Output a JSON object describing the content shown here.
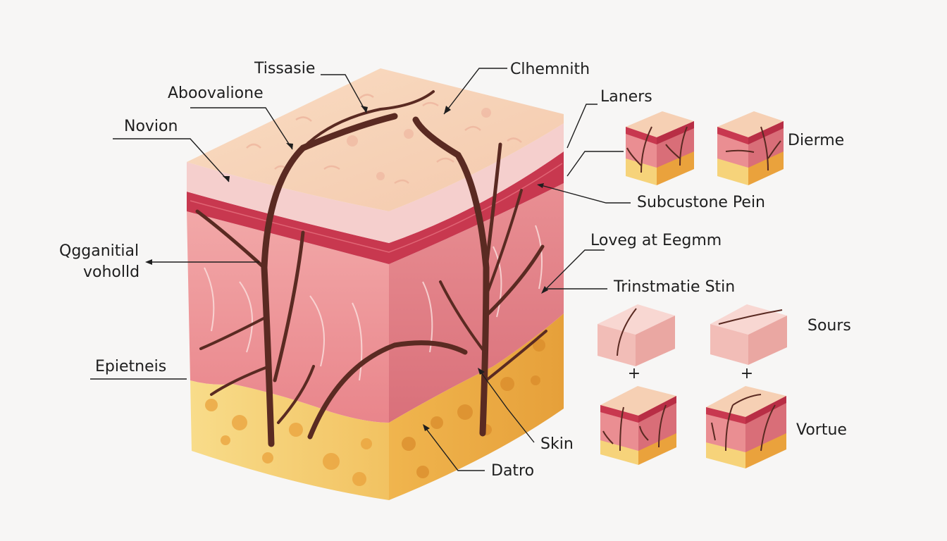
{
  "labels": {
    "tissasie": "Tissasie",
    "aboovalione": "Aboovalione",
    "novion": "Novion",
    "qgganitial_line1": "Qgganitial",
    "qgganitial_line2": "voholld",
    "epietneis": "Epietneis",
    "clhemnith": "Clhemnith",
    "laners": "Laners",
    "subcustone_pein": "Subcustone Pein",
    "loveg_at_eegmm": "Loveg at Eegmm",
    "trinstmatie_stin": "Trinstmatie Stin",
    "skin": "Skin",
    "datro": "Datro",
    "dierme": "Dierme",
    "sours": "Sours",
    "vortue": "Vortue"
  },
  "symbols": {
    "plus": "+"
  },
  "colors": {
    "top_surface": "#f7d4b8",
    "epidermis_band": "#f4c6c2",
    "dermis_dark": "#c8384f",
    "dermis_face": "#ef9a9c",
    "dermis_side": "#e07f86",
    "fat_yellow": "#f6d37a",
    "fat_orange": "#eaa23c",
    "hair_root": "#5a2a22"
  }
}
